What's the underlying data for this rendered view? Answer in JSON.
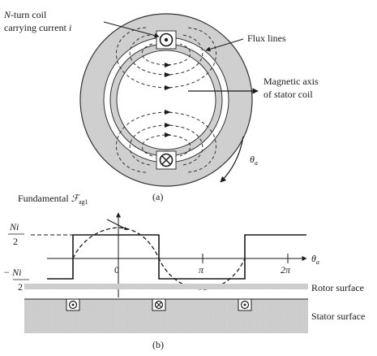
{
  "part_a": {
    "coil_label_line1_italic": "N",
    "coil_label_line1_rest": "-turn coil",
    "coil_label_line2": "carrying current ",
    "coil_label_line2_italic": "i",
    "flux_label": "Flux lines",
    "axis_label_line1": "Magnetic axis",
    "axis_label_line2": "of stator coil",
    "theta_symbol": "θ",
    "theta_sub": "a",
    "caption": "(a)"
  },
  "part_b": {
    "fundamental_label": "Fundamental ",
    "fundamental_symbol": "ℱ",
    "fundamental_sub": "ag1",
    "ni_top_num": "Ni",
    "ni_top_den": "2",
    "ni_bot_num": "− Ni",
    "ni_bot_den": "2",
    "tick_zero": "0",
    "tick_pi": "π",
    "tick_2pi": "2π",
    "theta_symbol": "θ",
    "theta_sub": "a",
    "rotor_label": "Rotor surface",
    "stator_label": "Stator surface",
    "caption": "(b)"
  }
}
